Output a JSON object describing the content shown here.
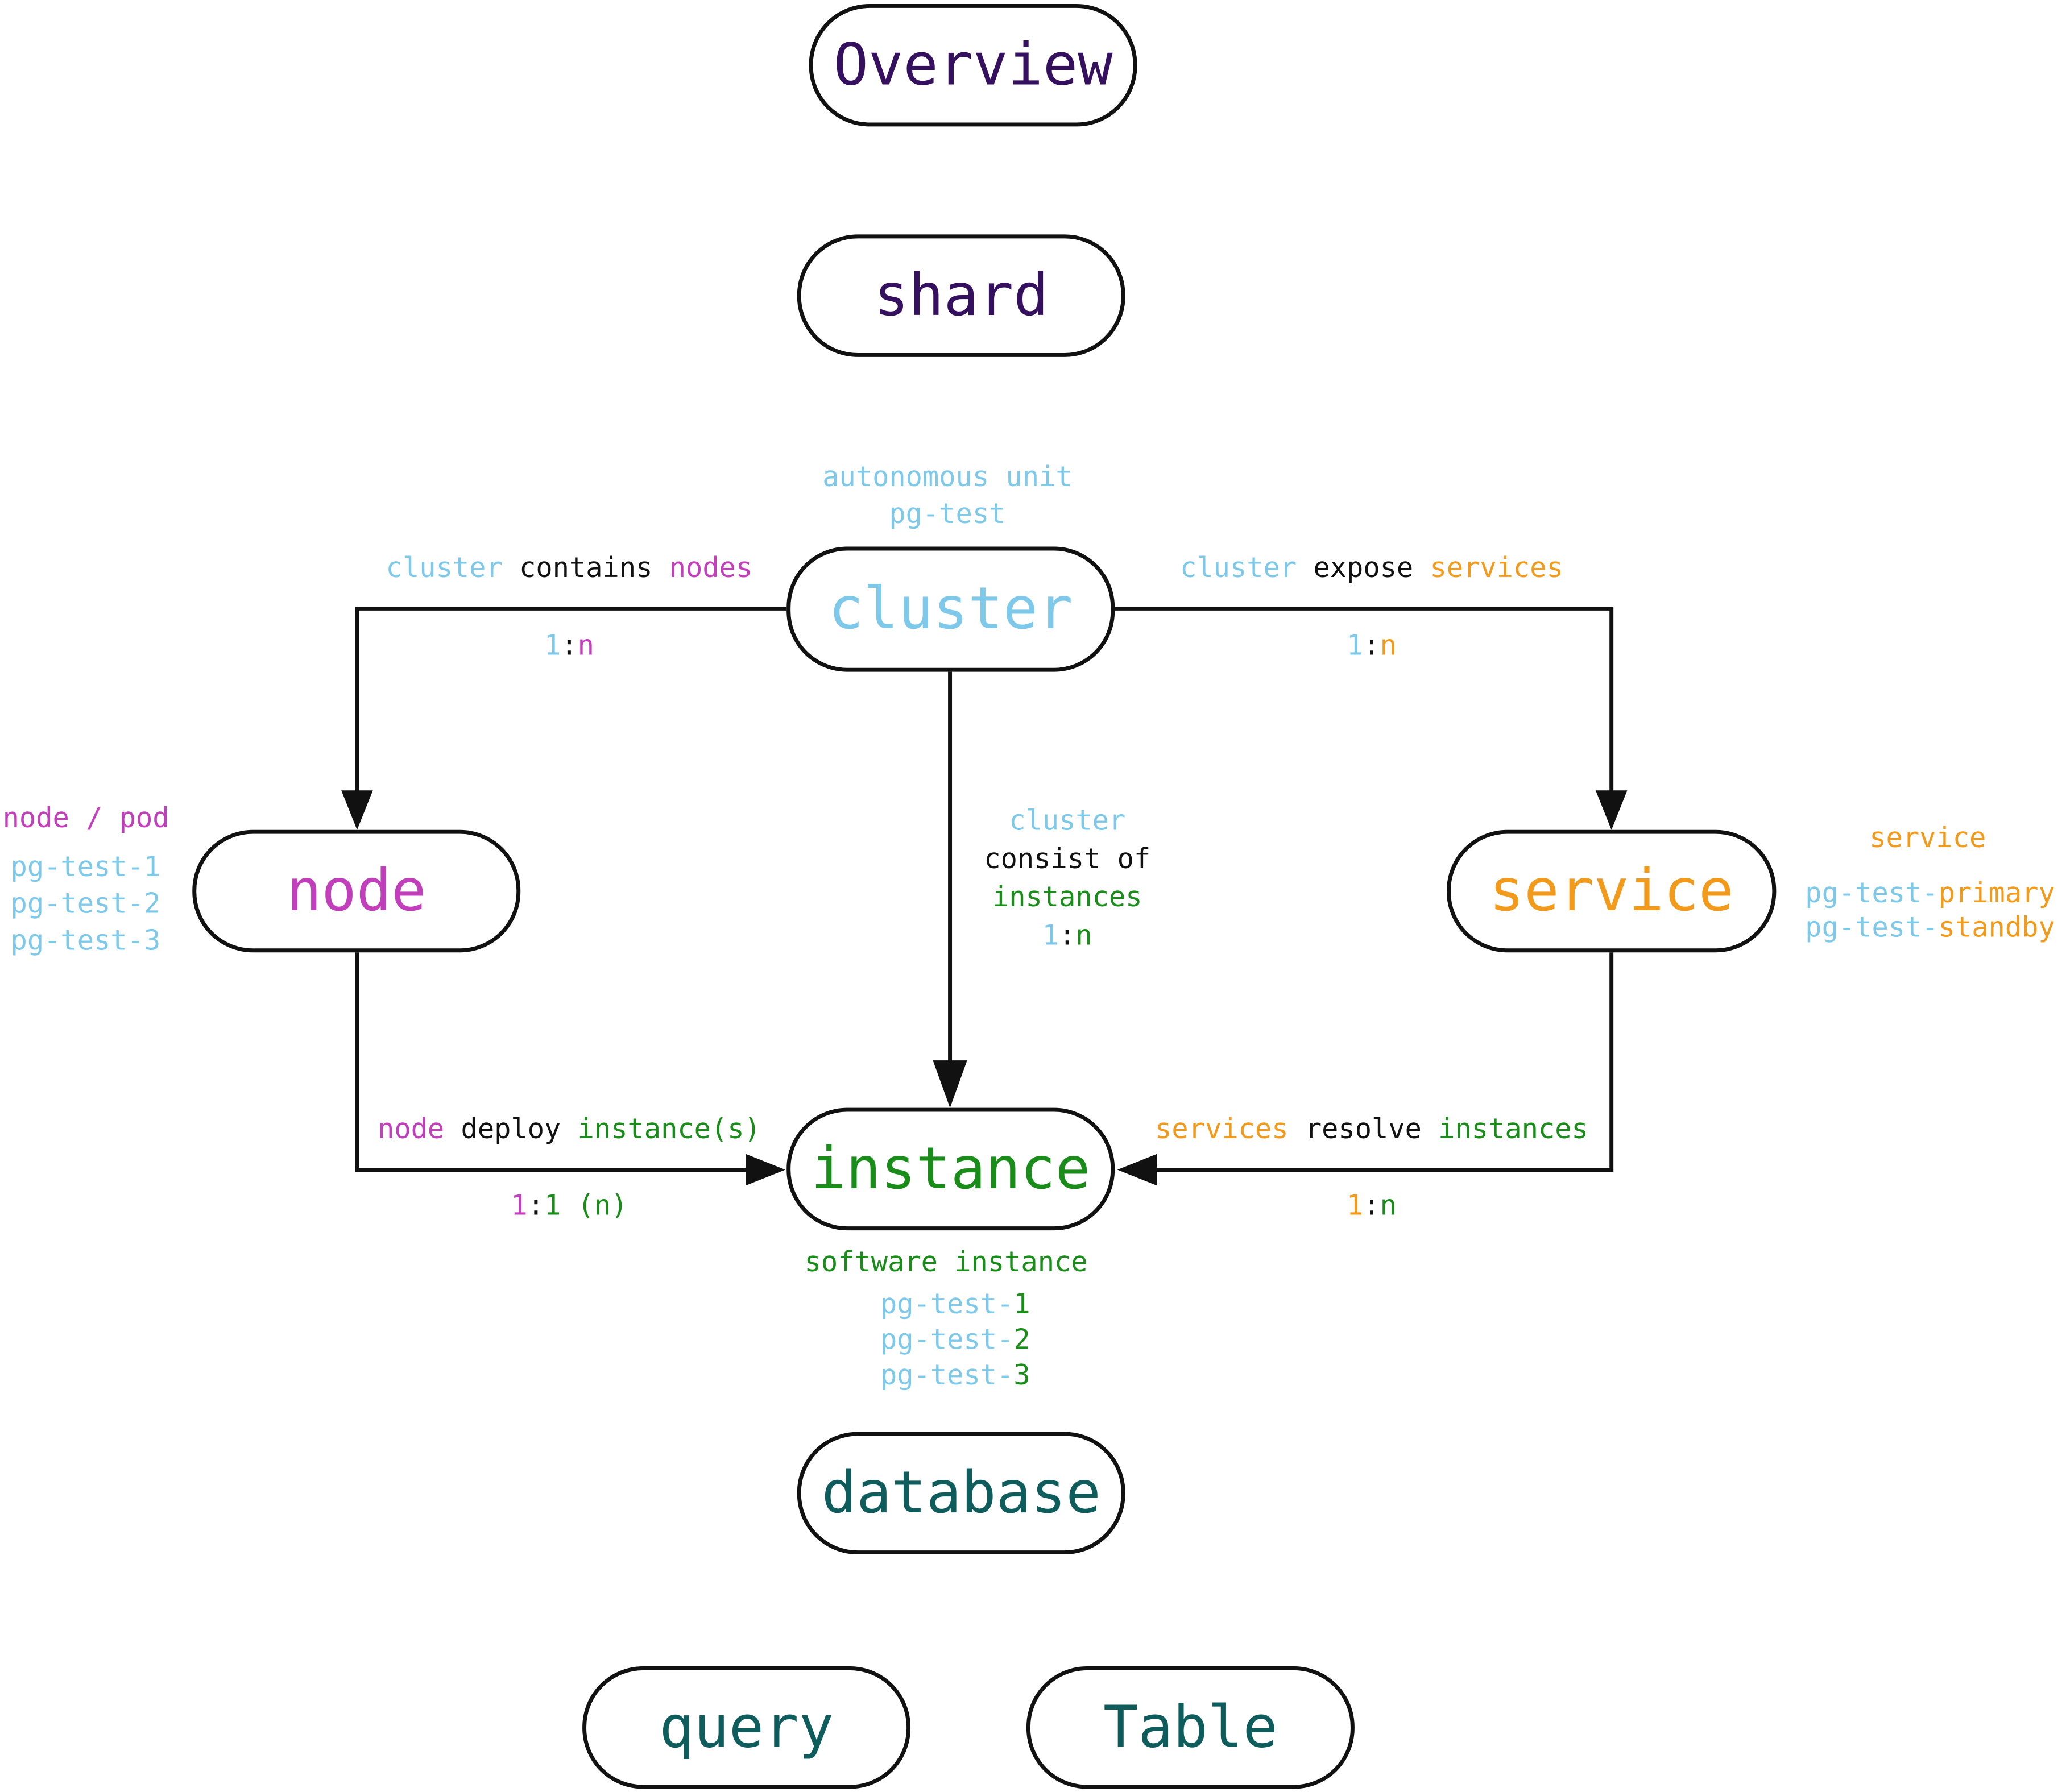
{
  "colors": {
    "purple": "#35105e",
    "teal": "#0f5c5c",
    "cluster": "#7ec8e9",
    "node": "#c23fbc",
    "service": "#f29a1c",
    "instance": "#1a8c1a",
    "text": "#111111"
  },
  "nodes": {
    "overview": "Overview",
    "shard": "shard",
    "cluster": "cluster",
    "node": "node",
    "service": "service",
    "instance": "instance",
    "database": "database",
    "query": "query",
    "table": "Table"
  },
  "annotations": {
    "cluster_desc_1": "autonomous unit",
    "cluster_desc_2": "pg-test",
    "contains": {
      "a": "cluster",
      "b": " contains ",
      "c": "nodes"
    },
    "contains_ratio": {
      "a": "1",
      "b": ":",
      "c": "n"
    },
    "expose": {
      "a": "cluster",
      "b": " expose ",
      "c": "services"
    },
    "expose_ratio": {
      "a": "1",
      "b": ":",
      "c": "n"
    },
    "node_desc": "node / pod",
    "node_items": [
      "pg-test-1",
      "pg-test-2",
      "pg-test-3"
    ],
    "consist": {
      "l1": "cluster",
      "l2": "consist of",
      "l3": "instances",
      "r1": "1",
      "r2": ":",
      "r3": "n"
    },
    "service_desc": "service",
    "service_items": [
      {
        "a": "pg-test-",
        "b": "primary"
      },
      {
        "a": "pg-test-",
        "b": "standby"
      }
    ],
    "deploy": {
      "a": "node",
      "b": " deploy ",
      "c": "instance(s)"
    },
    "deploy_ratio": {
      "a": "1",
      "b": ":",
      "c": "1 (n)"
    },
    "resolve": {
      "a": "services",
      "b": " resolve ",
      "c": "instances"
    },
    "resolve_ratio": {
      "a": "1",
      "b": ":",
      "c": "n"
    },
    "instance_desc": "software instance",
    "instance_items": [
      {
        "a": "pg-test-",
        "b": "1"
      },
      {
        "a": "pg-test-",
        "b": "2"
      },
      {
        "a": "pg-test-",
        "b": "3"
      }
    ]
  }
}
